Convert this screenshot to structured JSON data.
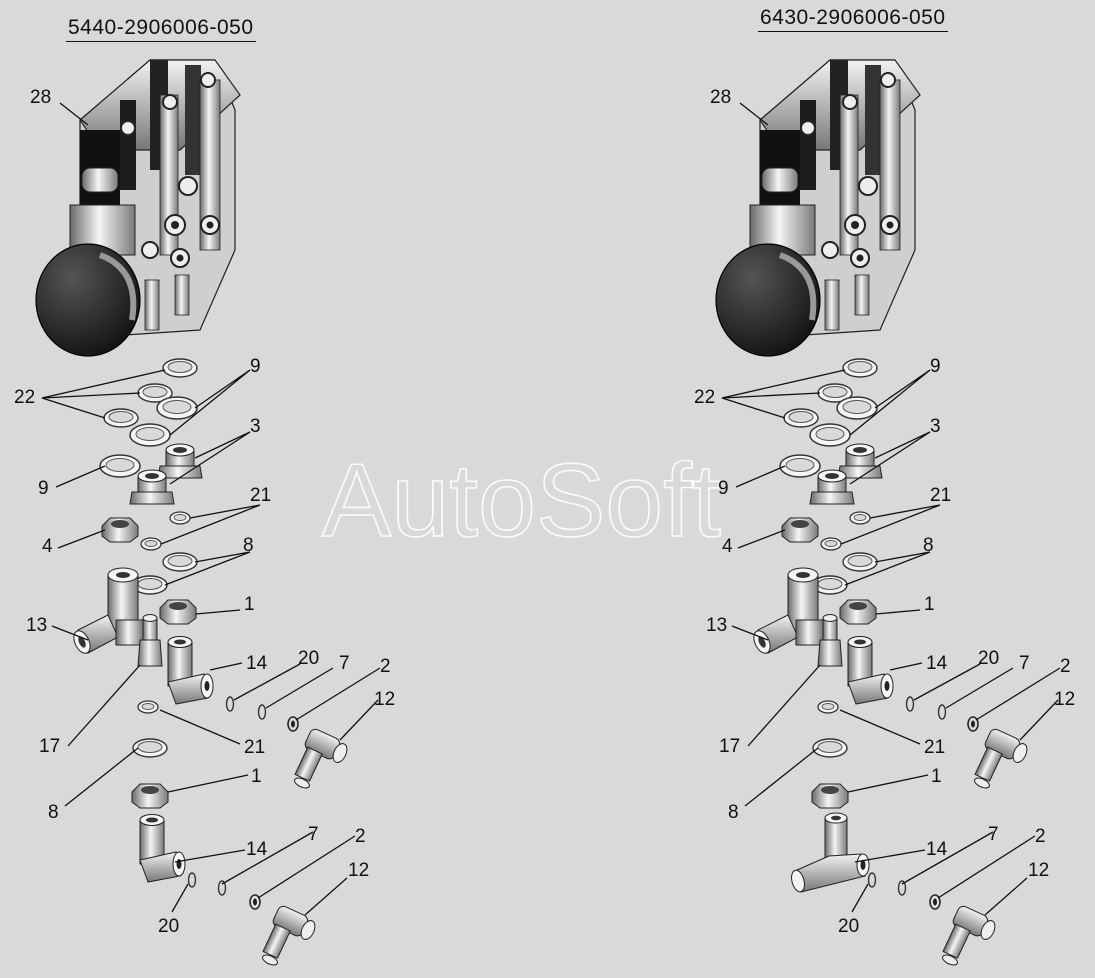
{
  "assemblies": [
    {
      "part_number": "5440-2906006-050",
      "callouts": [
        "28",
        "22",
        "9",
        "9",
        "3",
        "21",
        "4",
        "8",
        "13",
        "1",
        "14",
        "20",
        "7",
        "2",
        "12",
        "17",
        "21",
        "8",
        "1",
        "14",
        "7",
        "2",
        "12",
        "20"
      ]
    },
    {
      "part_number": "6430-2906006-050",
      "callouts": [
        "28",
        "22",
        "9",
        "9",
        "3",
        "21",
        "4",
        "8",
        "13",
        "1",
        "14",
        "20",
        "7",
        "2",
        "12",
        "17",
        "21",
        "8",
        "1",
        "14",
        "7",
        "2",
        "12",
        "20"
      ]
    }
  ],
  "watermark": "AutoSoft",
  "colors": {
    "background": "#d9d9d9",
    "ink": "#111111",
    "part_dark": "#1a1a1a",
    "part_light": "#f2f2f2",
    "part_mid": "#8a8a8a"
  }
}
